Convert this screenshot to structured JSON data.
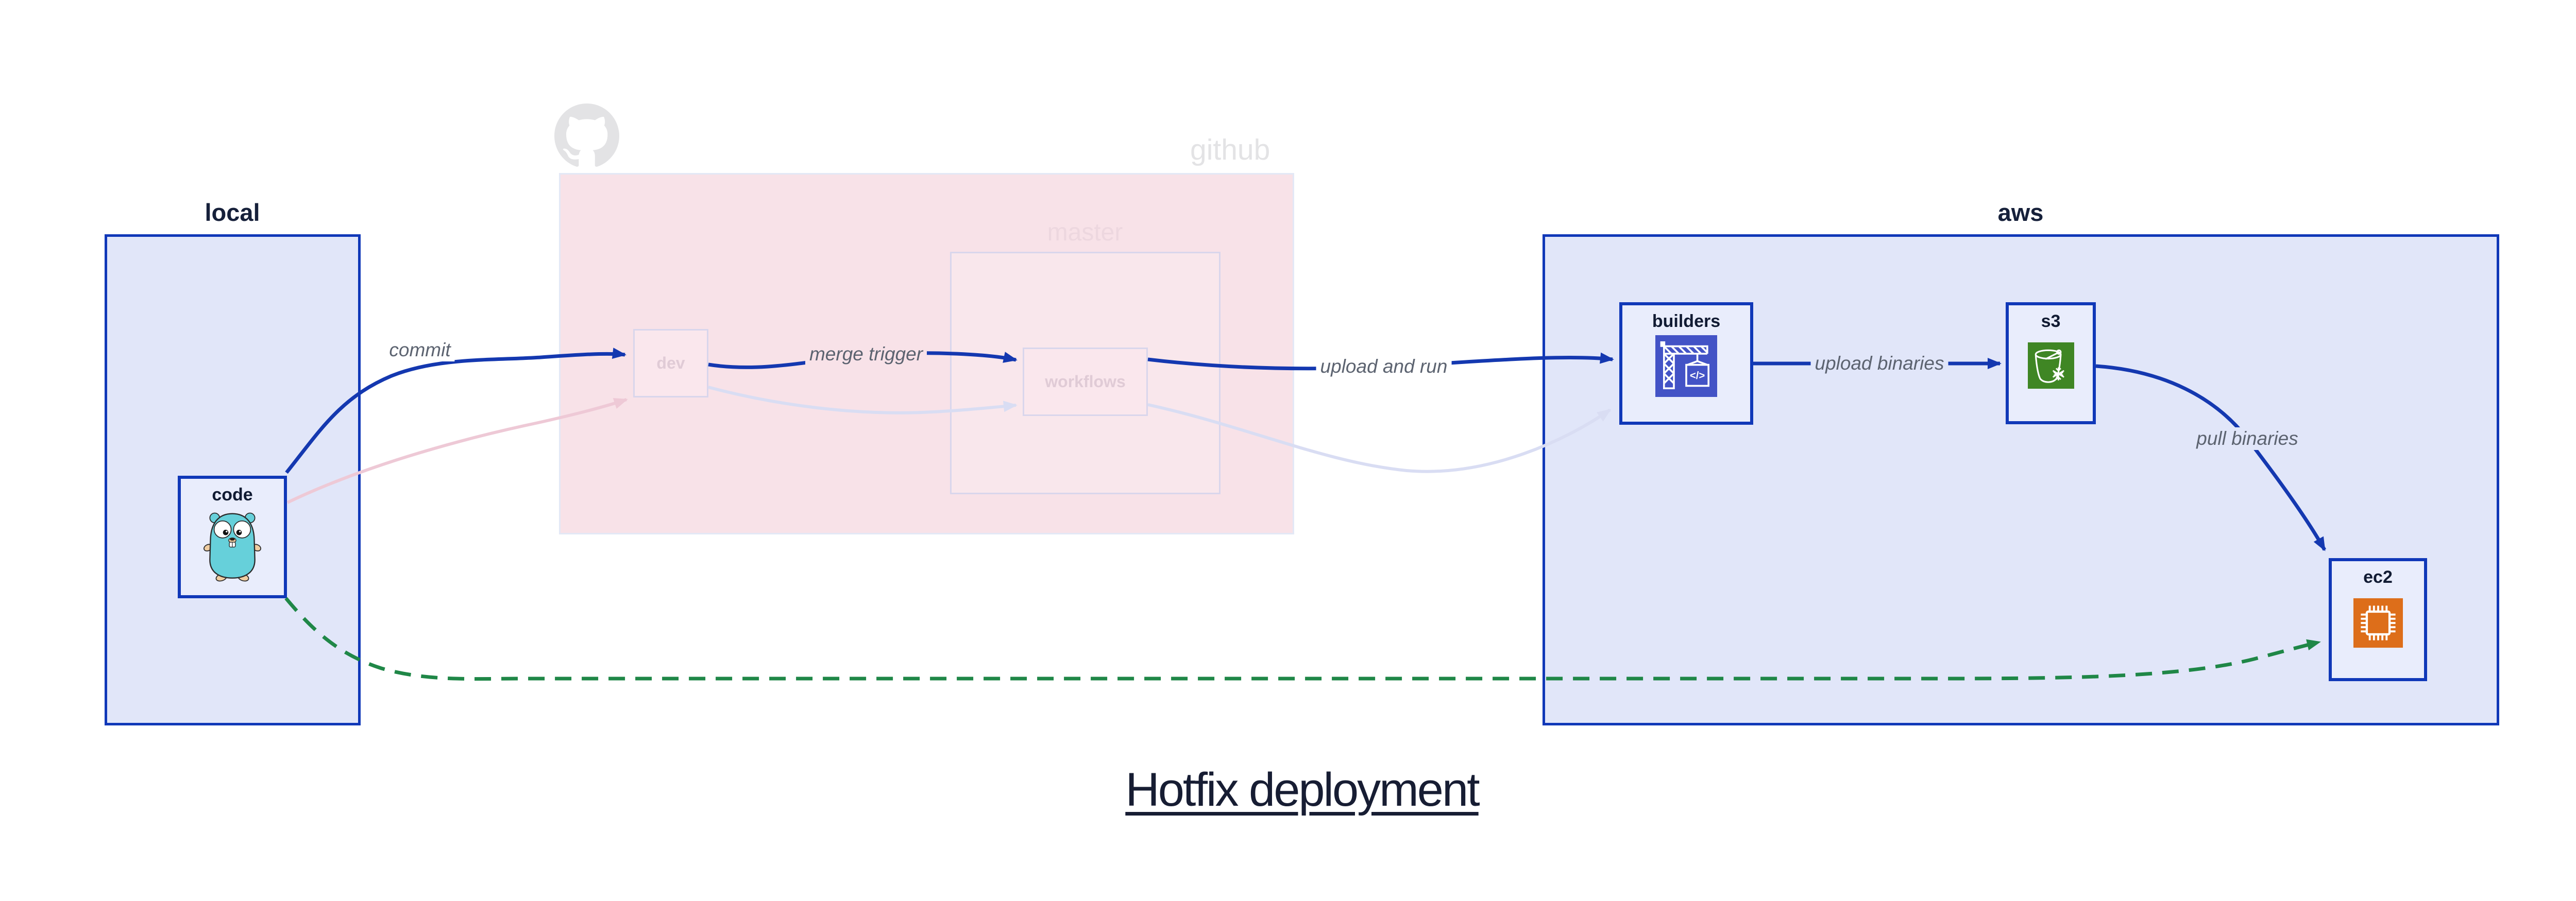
{
  "title": {
    "text": "Hotfix deployment"
  },
  "containers": {
    "local": {
      "label": "local"
    },
    "github": {
      "label": "github",
      "master_label": "master"
    },
    "aws": {
      "label": "aws"
    }
  },
  "nodes": {
    "code": {
      "label": "code",
      "icon": "go-gopher-icon"
    },
    "dev": {
      "label": "dev",
      "state": "faded"
    },
    "workflows": {
      "label": "workflows",
      "state": "faded"
    },
    "builders": {
      "label": "builders",
      "icon": "aws-codebuild-icon"
    },
    "s3": {
      "label": "s3",
      "icon": "aws-s3-bucket-icon"
    },
    "ec2": {
      "label": "ec2",
      "icon": "aws-ec2-chip-icon"
    }
  },
  "edges": {
    "commit": {
      "label": "commit",
      "from": "code",
      "to": "dev",
      "style": "bold-blue"
    },
    "merge_trigger": {
      "label": "merge trigger",
      "from": "dev",
      "to": "workflows",
      "style": "bold-blue"
    },
    "upload_and_run": {
      "label": "upload and run",
      "from": "workflows",
      "to": "builders",
      "style": "bold-blue"
    },
    "upload_binaries": {
      "label": "upload binaries",
      "from": "builders",
      "to": "s3",
      "style": "bold-blue"
    },
    "pull_binaries": {
      "label": "pull binaries",
      "from": "s3",
      "to": "ec2",
      "style": "bold-blue"
    },
    "hotfix_bypass": {
      "label": "",
      "from": "code",
      "to": "ec2",
      "style": "green-dashed"
    },
    "commit_faded": {
      "label": "",
      "from": "code",
      "to": "dev",
      "style": "faded-pink"
    },
    "merge_faded": {
      "label": "",
      "from": "dev",
      "to": "workflows",
      "style": "faded-lavender"
    },
    "upload_faded": {
      "label": "",
      "from": "workflows",
      "to": "builders",
      "style": "faded-lavender"
    }
  },
  "colors": {
    "container_border": "#1038b8",
    "container_fill": "#e1e6f9",
    "node_fill": "#e9edfc",
    "faded_region_fill": "#f8e2e8",
    "faded_node_border": "#d9d6ec",
    "faded_node_text": "#e0cbd6",
    "bold_edge": "#1438b0",
    "green_edge": "#1f8747",
    "faded_pink_edge": "#eec9d6",
    "faded_lavender_edge": "#d9ddf3",
    "edge_label_text": "#5c6370",
    "dark_text": "#16203a",
    "codebuild_icon_bg": "#4353c6",
    "s3_icon_bg": "#3f8624",
    "ec2_icon_bg": "#dd6e1a",
    "gopher_body": "#66d0da",
    "ghost_gray": "#e3e3e5"
  }
}
